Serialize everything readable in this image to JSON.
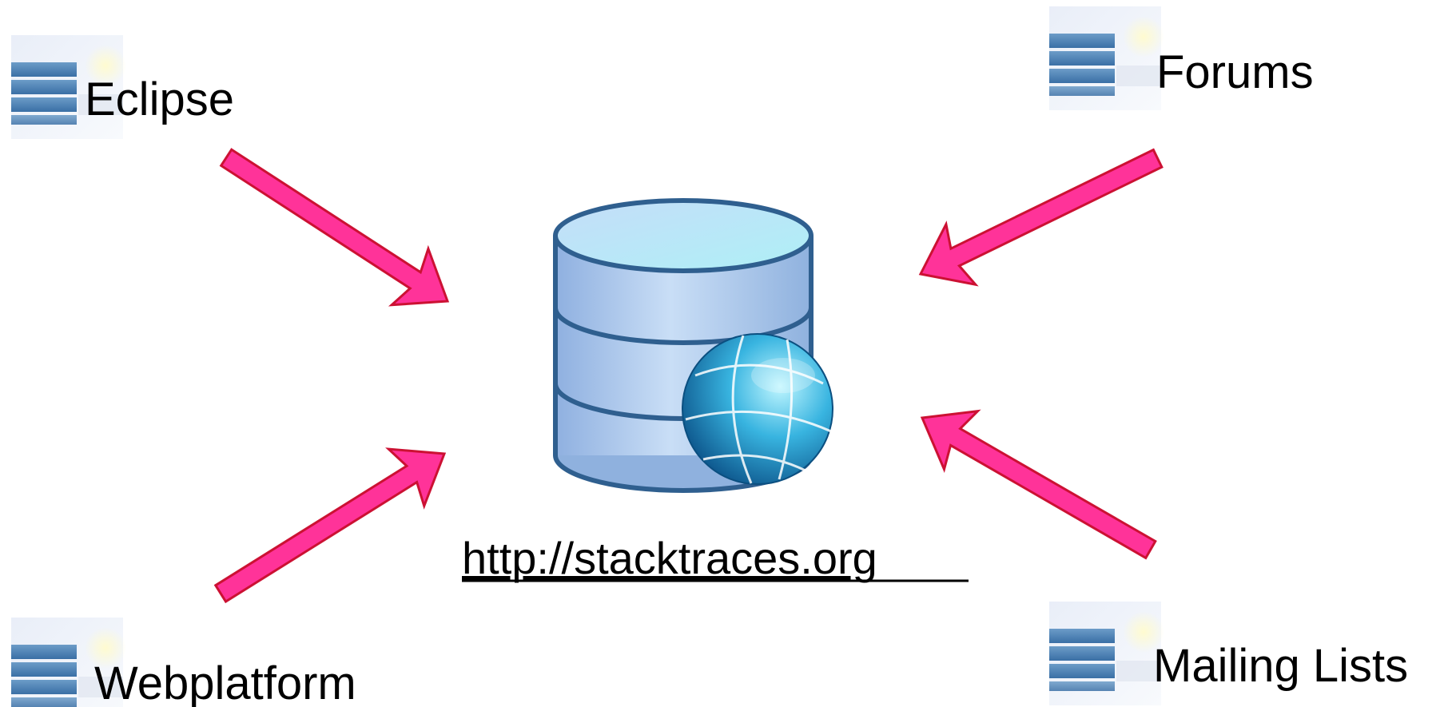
{
  "sources": {
    "eclipse": {
      "label": "Eclipse"
    },
    "forums": {
      "label": "Forums"
    },
    "webplatform": {
      "label": "Webplatform"
    },
    "mailing_lists": {
      "label": "Mailing Lists"
    }
  },
  "center": {
    "url": "http://stacktraces.org"
  },
  "colors": {
    "arrow_fill": "#ff3399",
    "arrow_stroke": "#cc1133",
    "db_stroke": "#2f5f8f",
    "db_light": "#d6ecfb",
    "db_mid": "#a9c8ee",
    "globe_dark": "#0b5d91",
    "globe_light": "#7fe0f5"
  },
  "icons": {
    "source": "window-stack-icon",
    "database": "database-globe-icon"
  }
}
